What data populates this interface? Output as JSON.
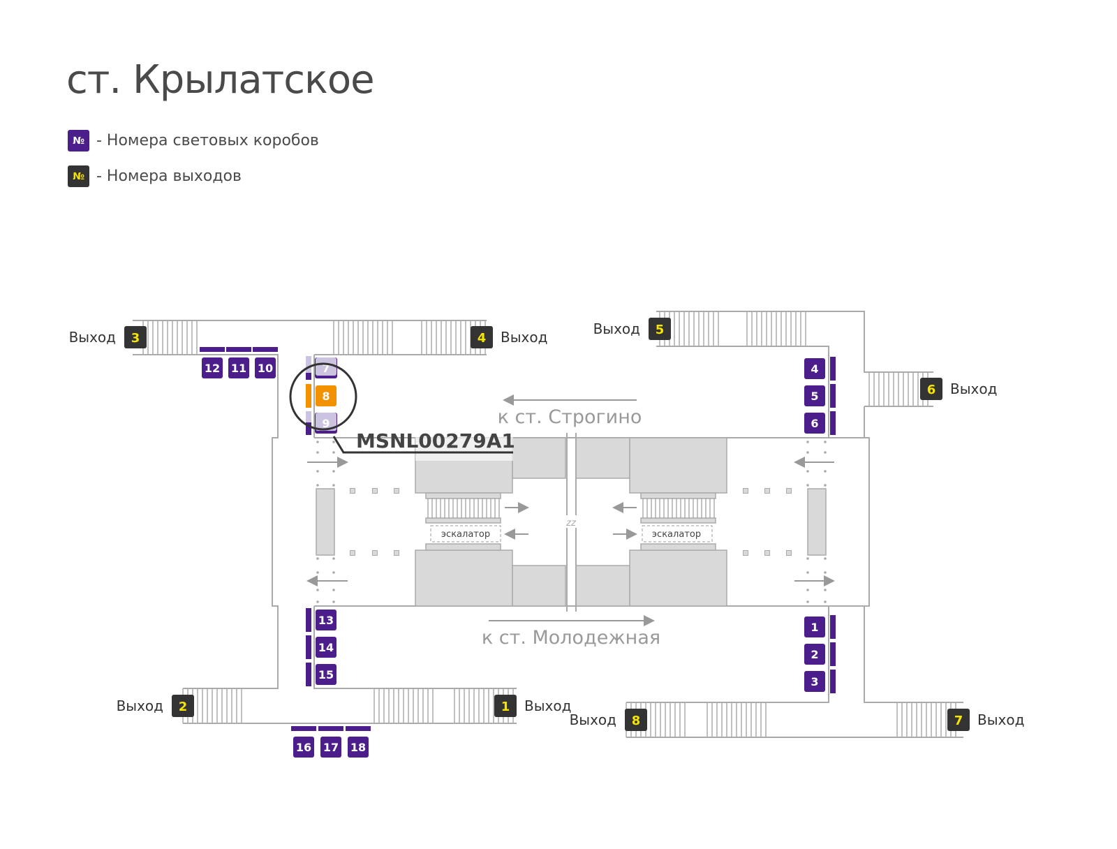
{
  "title": "ст. Крылатское",
  "legend": [
    {
      "symbol": "№",
      "label": "- Номера световых коробов",
      "bg": "#4b1e8c",
      "fg": "#ffffff"
    },
    {
      "symbol": "№",
      "label": "- Номера выходов",
      "bg": "#333333",
      "fg": "#f5e400"
    }
  ],
  "colors": {
    "lightbox": "#4b1e8c",
    "highlight": "#f39200",
    "faded": "#cbc3df",
    "exit_bg": "#333333",
    "exit_fg": "#f5e400",
    "wall": "#aaaaaa",
    "block": "#d9d9d9"
  },
  "exit_word": "Выход",
  "exits": [
    "1",
    "2",
    "3",
    "4",
    "5",
    "6",
    "7",
    "8"
  ],
  "lightboxes": [
    "1",
    "2",
    "3",
    "4",
    "5",
    "6",
    "7",
    "8",
    "9",
    "10",
    "11",
    "12",
    "13",
    "14",
    "15",
    "16",
    "17",
    "18"
  ],
  "selected_lightbox": "8",
  "callout_code": "MSNL00279A1",
  "directions": {
    "top": "к ст. Строгино",
    "bottom": "к ст. Молодежная"
  },
  "escalator_label": "эскалатор",
  "center_mark": "zz"
}
